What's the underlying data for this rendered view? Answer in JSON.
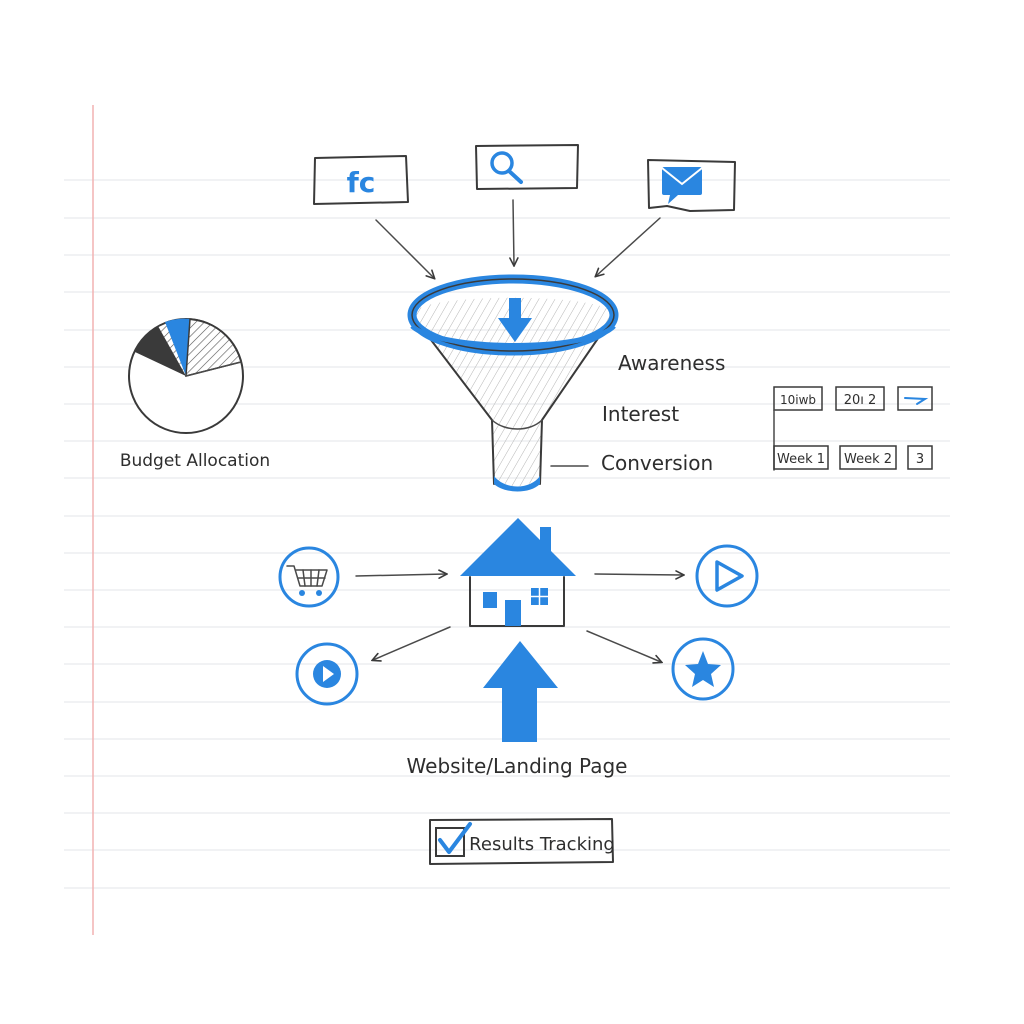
{
  "colors": {
    "accent": "#2a86e0",
    "ink": "#3a3a3a",
    "paper_line": "#e3e6ea",
    "margin_line": "#f2b2b2"
  },
  "sources": {
    "social": {
      "icon": "facebook-icon",
      "label": "fc"
    },
    "search": {
      "icon": "search-icon"
    },
    "email": {
      "icon": "email-icon"
    }
  },
  "funnel": {
    "stages": [
      "Awareness",
      "Interest",
      "Conversion"
    ]
  },
  "budget": {
    "label": "Budget Allocation"
  },
  "schedule": {
    "row1": [
      "10iwb",
      "20ı 2"
    ],
    "row2": [
      "Week 1",
      "Week 2",
      "3"
    ]
  },
  "hub": {
    "label": "Website/Landing Page",
    "icon": "house-icon",
    "outputs": [
      "cart-icon",
      "play-icon",
      "video-icon",
      "star-icon"
    ]
  },
  "tracking": {
    "label": "Results Tracking",
    "checked": true
  }
}
